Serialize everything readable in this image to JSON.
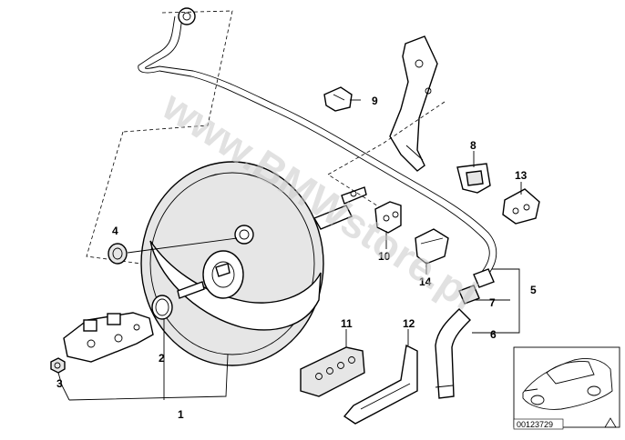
{
  "diagram": {
    "watermark": "www.BMWstore.pl",
    "catalog_number": "00123729",
    "part_callouts": [
      "1",
      "2",
      "3",
      "4",
      "5",
      "6",
      "7",
      "8",
      "9",
      "10",
      "11",
      "12",
      "13",
      "14"
    ]
  },
  "icons": {
    "watermark": "watermark-text",
    "thumbnail": "car-silhouette-icon",
    "corner_mark": "triangle-icon"
  }
}
